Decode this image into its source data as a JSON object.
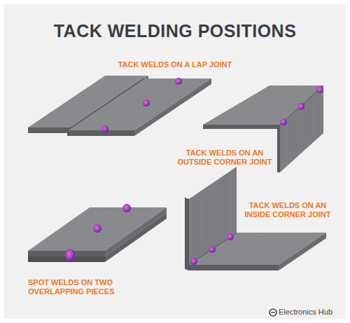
{
  "diagram": {
    "title": "TACK WELDING POSITIONS",
    "labels": [
      "TACK WELDS ON A LAP JOINT",
      "TACK WELDS ON AN OUTSIDE CORNER JOINT",
      "SPOT WELDS ON TWO OVERLAPPING PIECES",
      "TACK WELDS ON AN INSIDE CORNER JOINT",
      "Electronics Hub"
    ]
  }
}
